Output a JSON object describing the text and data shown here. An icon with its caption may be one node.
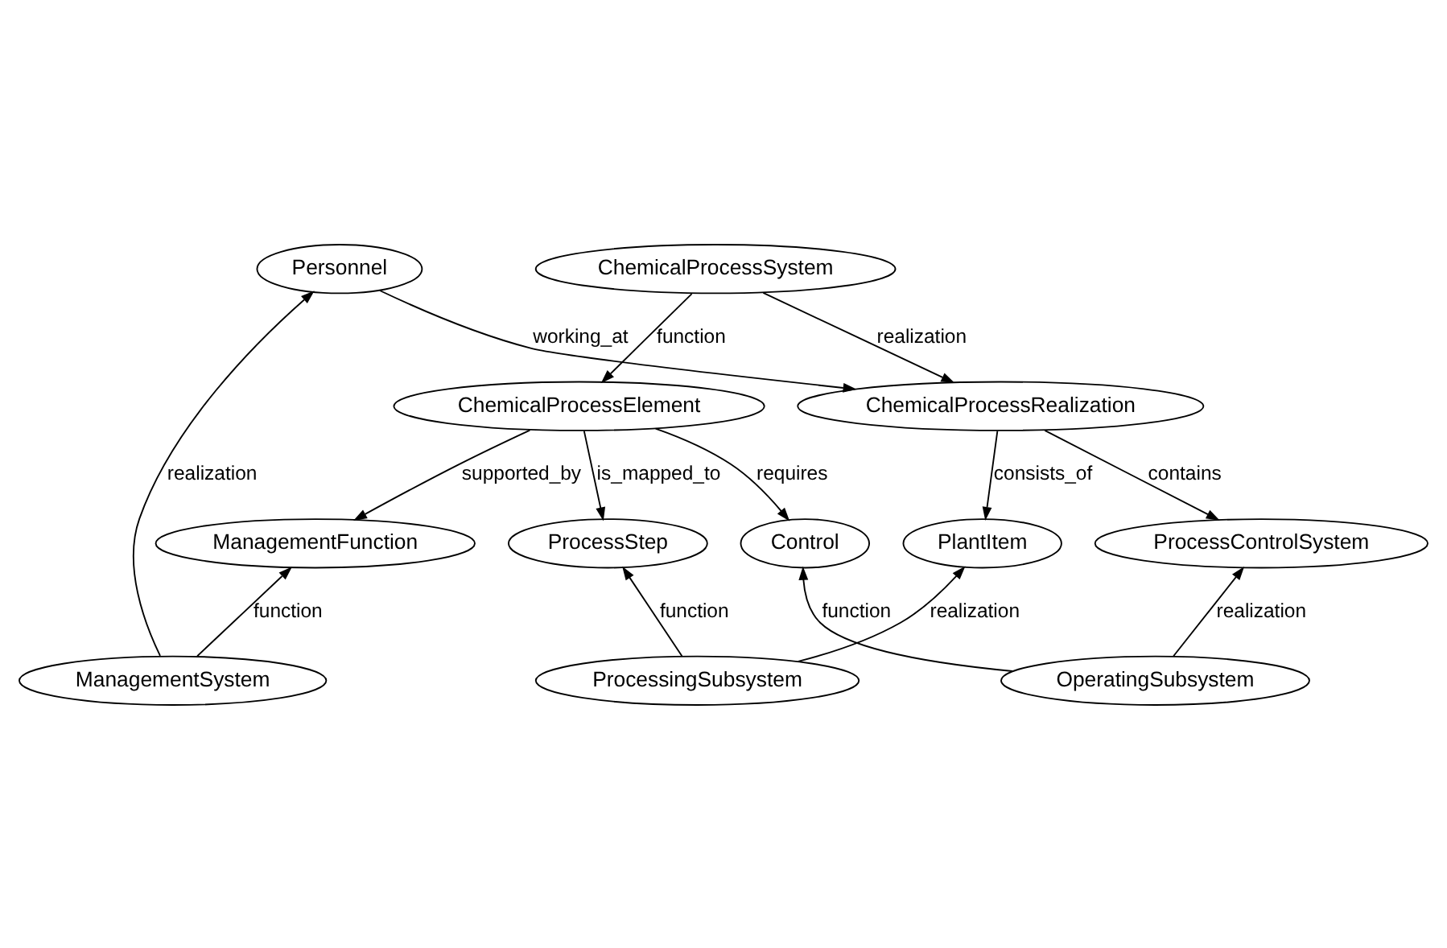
{
  "diagram": {
    "nodes": [
      {
        "text": [
          "ChemicalProcessSystem"
        ]
      },
      {
        "text": [
          "ChemicalProcessElement"
        ]
      },
      {
        "text": [
          "ChemicalProcessRealization"
        ]
      },
      {
        "text": [
          "ProcessStep"
        ]
      },
      {
        "text": [
          "Control"
        ]
      },
      {
        "text": [
          "ManagementFunction"
        ]
      },
      {
        "text": [
          "PlantItem"
        ]
      },
      {
        "text": [
          "ProcessControlSystem"
        ]
      },
      {
        "text": [
          "Personnel"
        ]
      },
      {
        "text": [
          "ProcessingSubsystem"
        ]
      },
      {
        "text": [
          "OperatingSubsystem"
        ]
      },
      {
        "text": [
          "ManagementSystem"
        ]
      }
    ],
    "edges": [
      {
        "from": 0,
        "to": 1,
        "arrow": "to",
        "label": "function"
      },
      {
        "from": 0,
        "to": 2,
        "arrow": "to",
        "label": "realization"
      },
      {
        "from": 1,
        "to": 3,
        "arrow": "to",
        "label": "is_mapped_to"
      },
      {
        "from": 1,
        "to": 4,
        "arrow": "to",
        "label": "requires"
      },
      {
        "from": 1,
        "to": 5,
        "arrow": "to",
        "label": "supported_by"
      },
      {
        "from": 2,
        "to": 6,
        "arrow": "to",
        "label": "consists_of"
      },
      {
        "from": 2,
        "to": 7,
        "arrow": "to",
        "label": "contains"
      },
      {
        "from": 8,
        "to": 2,
        "arrow": "to",
        "label": "working_at"
      },
      {
        "from": 9,
        "to": 3,
        "arrow": "to",
        "label": "function"
      },
      {
        "from": 9,
        "to": 6,
        "arrow": "to",
        "label": "realization"
      },
      {
        "from": 10,
        "to": 4,
        "arrow": "to",
        "label": "function"
      },
      {
        "from": 10,
        "to": 7,
        "arrow": "to",
        "label": "realization"
      },
      {
        "from": 11,
        "to": 5,
        "arrow": "to",
        "label": "function"
      },
      {
        "from": 11,
        "to": 8,
        "arrow": "to",
        "label": "realization"
      }
    ]
  }
}
